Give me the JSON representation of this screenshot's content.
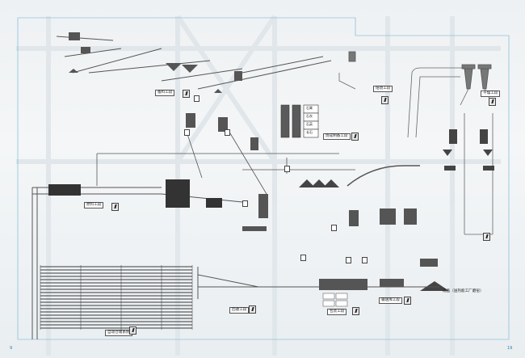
{
  "labels": {
    "raw_material": "备料工段",
    "coarse_preheat": "原料工段",
    "drying": "干燥工段",
    "calcination": "焙烧工段",
    "firing": "烧成制备工段",
    "reclaim": "回收工段",
    "auto_storage": "自动仓储系统",
    "packing": "包装工段",
    "conveying": "输送库工段",
    "finished": "成品（送热能工厂磨窑）"
  },
  "silo_labels": [
    "石膏",
    "石灰",
    "石英",
    "长石"
  ],
  "page_left": "9",
  "page_right": "19"
}
